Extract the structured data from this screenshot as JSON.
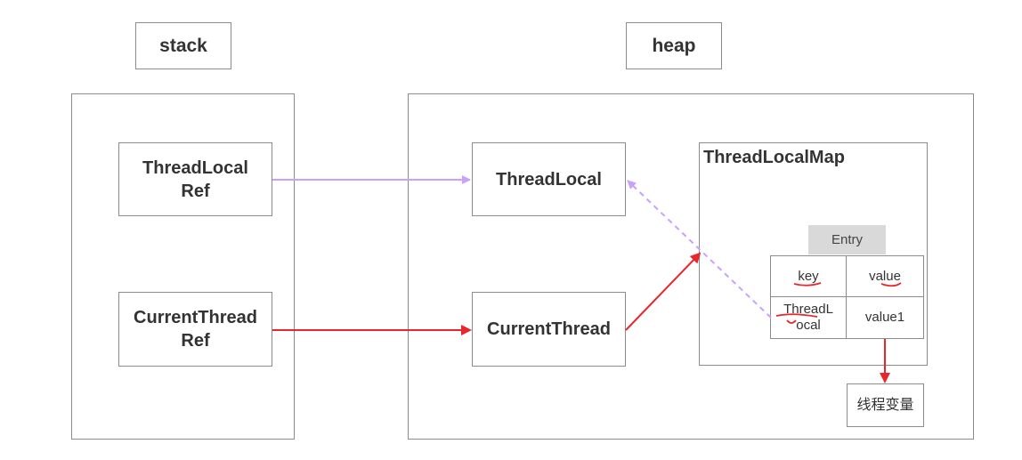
{
  "headers": {
    "stack": "stack",
    "heap": "heap"
  },
  "stack": {
    "threadlocal_ref": "ThreadLocal\nRef",
    "currentthread_ref": "CurrentThread\nRef"
  },
  "heap": {
    "threadlocal": "ThreadLocal",
    "currentthread": "CurrentThread",
    "map_title": "ThreadLocalMap",
    "entry": {
      "title": "Entry",
      "key_header": "key",
      "value_header": "value",
      "key_value": "ThreadL\nocal",
      "value_value": "value1"
    },
    "thread_variable": "线程变量"
  },
  "colors": {
    "purple_arrow": "#c9a0ff",
    "red_arrow": "#e8262b",
    "border": "#8c8c8c",
    "entry_header_bg": "#d9d9d9"
  }
}
